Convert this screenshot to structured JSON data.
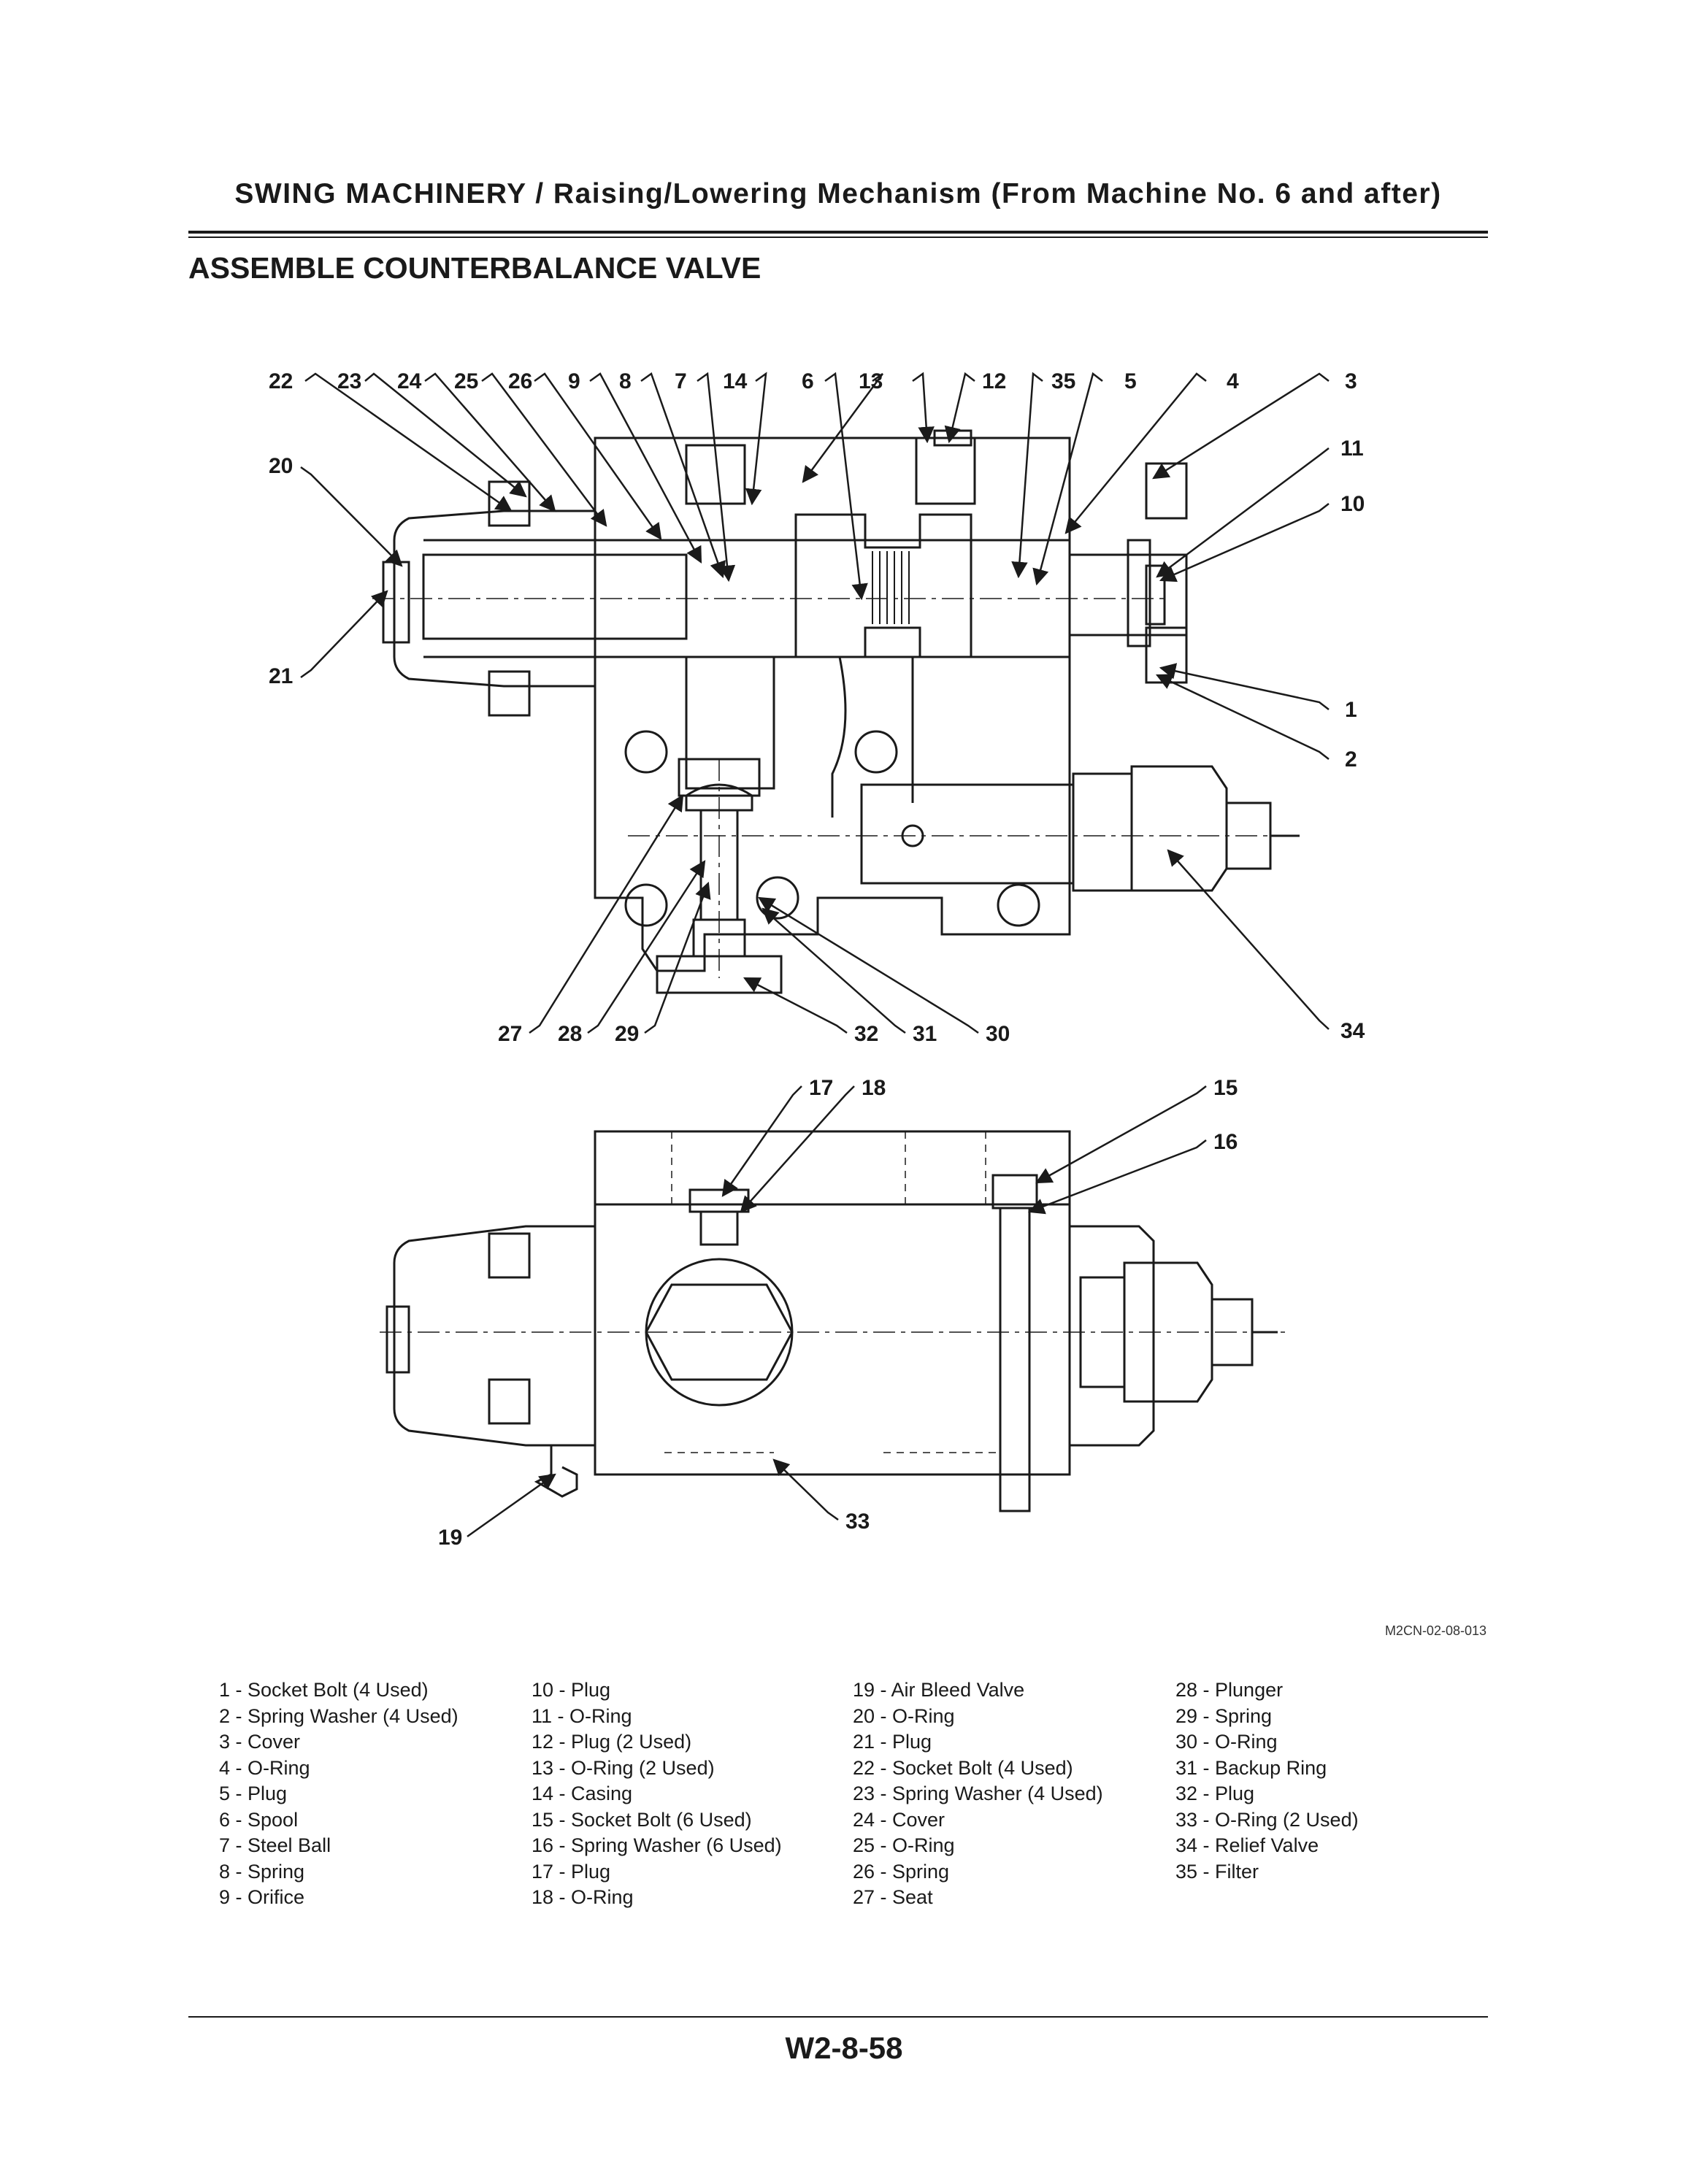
{
  "header": {
    "title": "SWING MACHINERY / Raising/Lowering Mechanism (From Machine No. 6 and after)"
  },
  "section_title": "ASSEMBLE COUNTERBALANCE VALVE",
  "figure_code": "M2CN-02-08-013",
  "callouts": {
    "c1": "1",
    "c2": "2",
    "c3": "3",
    "c4": "4",
    "c5": "5",
    "c6": "6",
    "c7": "7",
    "c8": "8",
    "c9": "9",
    "c10": "10",
    "c11": "11",
    "c12": "12",
    "c13": "13",
    "c14": "14",
    "c15": "15",
    "c16": "16",
    "c17": "17",
    "c18": "18",
    "c19": "19",
    "c20": "20",
    "c21": "21",
    "c22": "22",
    "c23": "23",
    "c24": "24",
    "c25": "25",
    "c26": "26",
    "c27": "27",
    "c28": "28",
    "c29": "29",
    "c30": "30",
    "c31": "31",
    "c32": "32",
    "c33": "33",
    "c34": "34",
    "c35": "35"
  },
  "legend": {
    "col1": [
      "1 -  Socket Bolt (4 Used)",
      "2 -  Spring Washer (4 Used)",
      "3 -  Cover",
      "4 -  O-Ring",
      "5 -  Plug",
      "6 -  Spool",
      "7 -  Steel Ball",
      "8 -  Spring",
      "9 -  Orifice"
    ],
    "col2": [
      "10 -  Plug",
      "11 -  O-Ring",
      "12 -  Plug (2 Used)",
      "13 -  O-Ring (2 Used)",
      "14 -  Casing",
      "15 -  Socket Bolt (6 Used)",
      "16 -  Spring Washer (6 Used)",
      "17 -  Plug",
      "18 -  O-Ring"
    ],
    "col3": [
      "19 -  Air Bleed Valve",
      "20 -  O-Ring",
      "21 -  Plug",
      "22 -  Socket Bolt (4 Used)",
      "23 -  Spring Washer (4 Used)",
      "24 -  Cover",
      "25 -  O-Ring",
      "26 -  Spring",
      "27 -  Seat"
    ],
    "col4": [
      "28 -  Plunger",
      "29 -  Spring",
      "30 -  O-Ring",
      "31 -  Backup Ring",
      "32 -  Plug",
      "33 -  O-Ring (2 Used)",
      "34 -  Relief Valve",
      "35 -  Filter"
    ]
  },
  "page_number": "W2-8-58"
}
